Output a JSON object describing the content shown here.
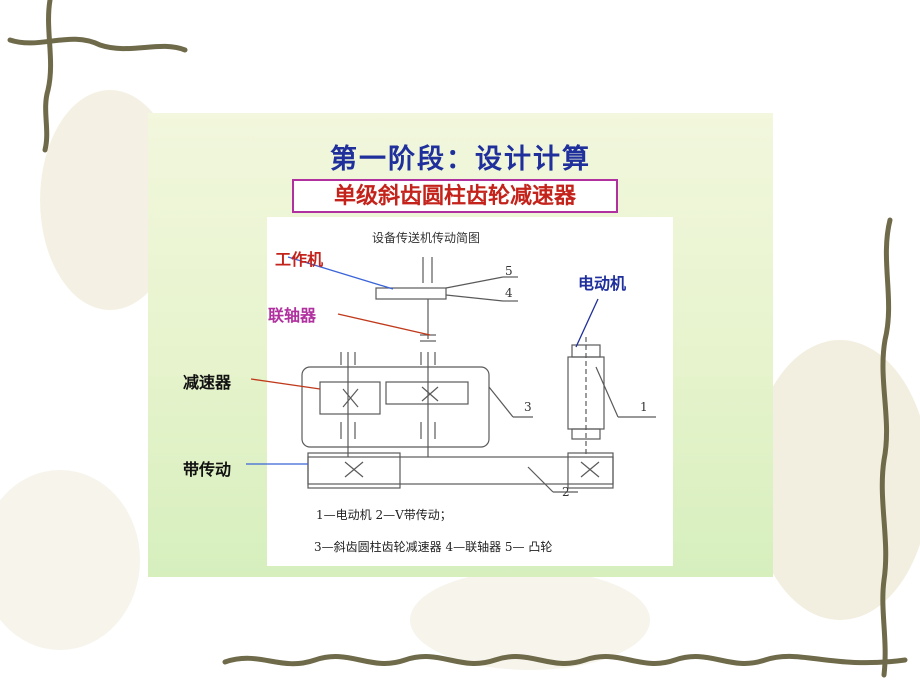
{
  "slide": {
    "title": "第一阶段：设计计算",
    "subtitle": "单级斜齿圆柱齿轮减速器"
  },
  "diagram": {
    "caption": "设备传送机传动简图",
    "part_numbers": [
      "5",
      "4",
      "3",
      "1",
      "2"
    ],
    "legend_line1": "1—电动机  2—V带传动；",
    "legend_line2": "3—斜齿圆柱齿轮减速器  4—联轴器 5— 凸轮"
  },
  "callouts": {
    "work_machine": "工作机",
    "coupling": "联轴器",
    "motor": "电动机",
    "reducer": "减速器",
    "belt_drive": "带传动"
  },
  "colors": {
    "title": "#1f2f9c",
    "subtitle": "#c3231b",
    "subtitle_border": "#b0309f",
    "work_machine": "#c3231b",
    "coupling": "#b0309f",
    "motor": "#1f2f9c",
    "drawing": "#5a5a5a"
  }
}
